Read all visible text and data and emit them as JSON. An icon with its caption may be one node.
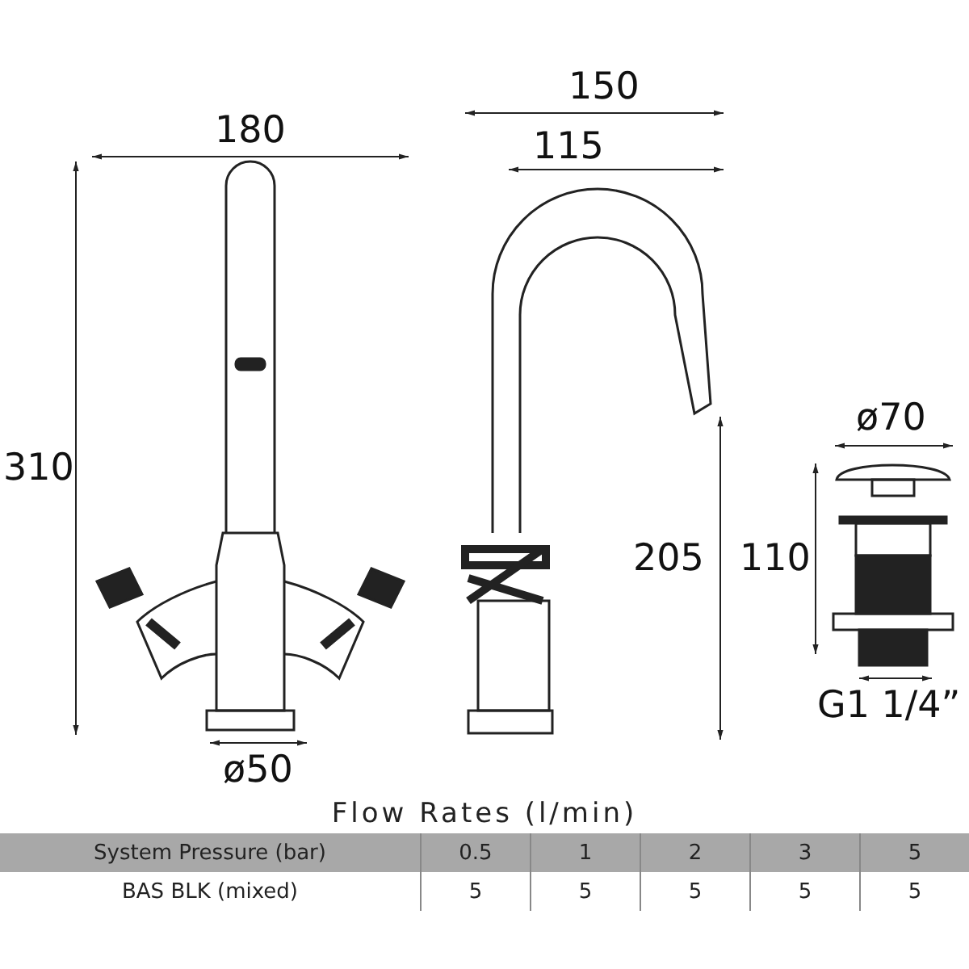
{
  "diagram": {
    "labels": [
      "180",
      "150",
      "115",
      "ø70",
      "310",
      "205",
      "110",
      "ø50",
      "G1 1/4”",
      "Flow Rates (l/min)",
      "System Pressure (bar)",
      "0.5",
      "1",
      "2",
      "3",
      "5",
      "BAS BLK (mixed)",
      "5",
      "5",
      "5",
      "5",
      "5"
    ]
  }
}
